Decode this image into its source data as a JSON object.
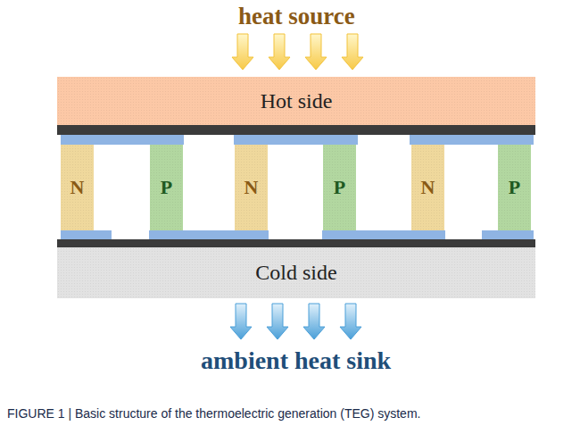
{
  "diagram": {
    "caption": "FIGURE 1 | Basic structure of the thermoelectric generation (TEG) system.",
    "nodes": [
      {
        "text": [
          "Hot side"
        ]
      },
      {
        "text": [
          "N"
        ]
      },
      {
        "text": [
          "P"
        ]
      },
      {
        "text": [
          "N"
        ]
      },
      {
        "text": [
          "P"
        ]
      },
      {
        "text": [
          "N"
        ]
      },
      {
        "text": [
          "P"
        ]
      },
      {
        "text": [
          "Cold side"
        ]
      }
    ],
    "labels": [
      "heat source",
      "ambient heat sink"
    ]
  }
}
